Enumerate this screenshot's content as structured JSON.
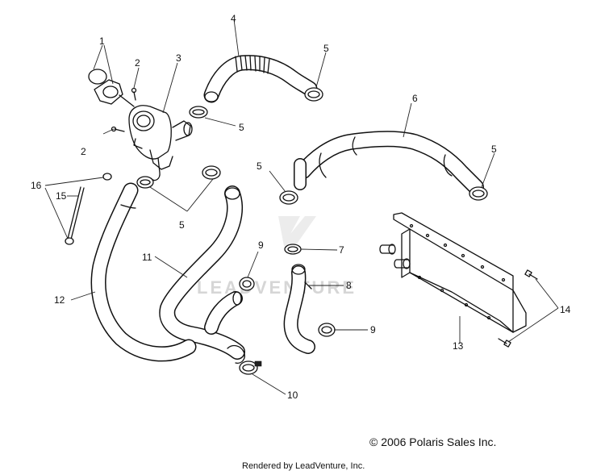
{
  "watermark": {
    "text": "LEADVENTURE"
  },
  "callouts": {
    "c1": "1",
    "c2a": "2",
    "c2b": "2",
    "c3": "3",
    "c4": "4",
    "c5a": "5",
    "c5b": "5",
    "c5c": "5",
    "c5d": "5",
    "c5e": "5",
    "c6": "6",
    "c7": "7",
    "c8": "8",
    "c9a": "9",
    "c9b": "9",
    "c10": "10",
    "c11": "11",
    "c12": "12",
    "c13": "13",
    "c14": "14",
    "c15": "15",
    "c16": "16"
  },
  "footer": {
    "copyright": "© 2006 Polaris Sales Inc.",
    "rendered_by": "Rendered by LeadVenture, Inc."
  }
}
